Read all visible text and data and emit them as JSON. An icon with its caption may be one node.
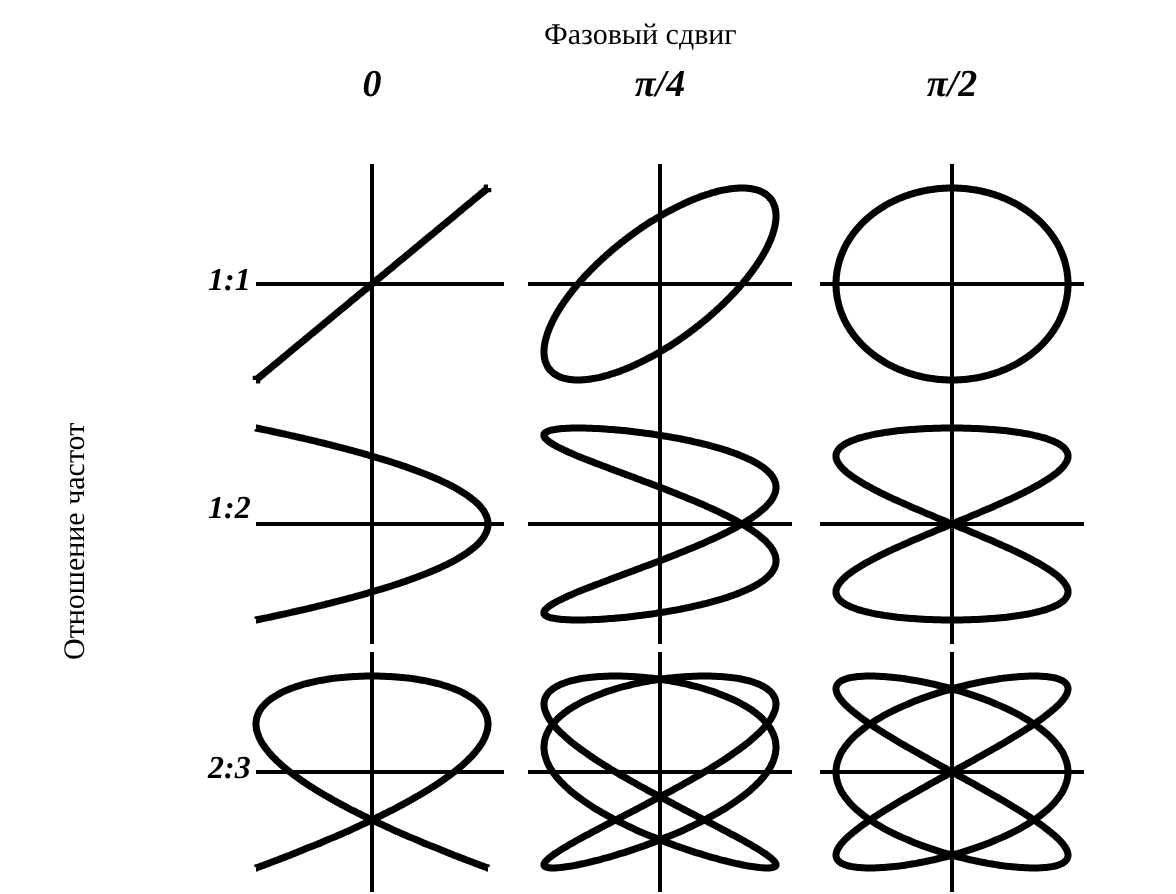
{
  "diagram": {
    "title": "Фазовый сдвиг",
    "labels": [
      "0",
      "π/4",
      "π/2",
      "1:1",
      "1:2",
      "2:3",
      "Отношение частот"
    ]
  }
}
